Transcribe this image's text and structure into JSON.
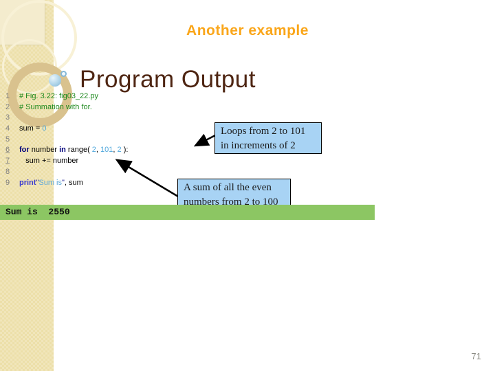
{
  "slide": {
    "title": "Another example",
    "heading": "Program Output",
    "page_number": "71"
  },
  "code": {
    "lines": [
      {
        "num": "1",
        "underline": false,
        "parts": [
          {
            "t": "# Fig. 3.22: fig03_22.py",
            "c": "cm"
          }
        ]
      },
      {
        "num": "2",
        "underline": false,
        "parts": [
          {
            "t": "# Summation with for.",
            "c": "cm"
          }
        ]
      },
      {
        "num": "3",
        "underline": false,
        "parts": []
      },
      {
        "num": "4",
        "underline": false,
        "parts": [
          {
            "t": "sum = ",
            "c": "pl"
          },
          {
            "t": "0",
            "c": "nm"
          }
        ]
      },
      {
        "num": "5",
        "underline": false,
        "parts": []
      },
      {
        "num": "6",
        "underline": true,
        "parts": [
          {
            "t": "for",
            "c": "kw"
          },
          {
            "t": " number ",
            "c": "pl"
          },
          {
            "t": "in",
            "c": "kw"
          },
          {
            "t": " range( ",
            "c": "pl"
          },
          {
            "t": "2",
            "c": "nm"
          },
          {
            "t": ", ",
            "c": "pl"
          },
          {
            "t": "101",
            "c": "nm"
          },
          {
            "t": ", ",
            "c": "pl"
          },
          {
            "t": "2",
            "c": "nm"
          },
          {
            "t": " ):",
            "c": "pl"
          }
        ]
      },
      {
        "num": "7",
        "underline": true,
        "parts": [
          {
            "t": "   sum += number",
            "c": "pl"
          }
        ]
      },
      {
        "num": "8",
        "underline": false,
        "parts": []
      },
      {
        "num": "9",
        "underline": false,
        "parts": [
          {
            "t": "print",
            "c": "kw2"
          },
          {
            "t": "\"",
            "c": "q"
          },
          {
            "t": "Sum is",
            "c": "st"
          },
          {
            "t": "\"",
            "c": "q"
          },
          {
            "t": ", sum",
            "c": "pl"
          }
        ]
      }
    ]
  },
  "callouts": [
    {
      "text": "Loops from 2 to 101\nin increments of 2"
    },
    {
      "text": "A sum of all the even\nnumbers from 2 to 100"
    }
  ],
  "output": {
    "text": "Sum is  2550"
  },
  "colors": {
    "title_amber": "#FAA61A",
    "heading_brown": "#4E2512",
    "callout_blue": "#A8D3F4",
    "output_green": "#8CC663",
    "comment_green": "#1F8A1F",
    "literal_blue": "#4FA7DC",
    "sidebar_beige": "#ECDFA9"
  }
}
